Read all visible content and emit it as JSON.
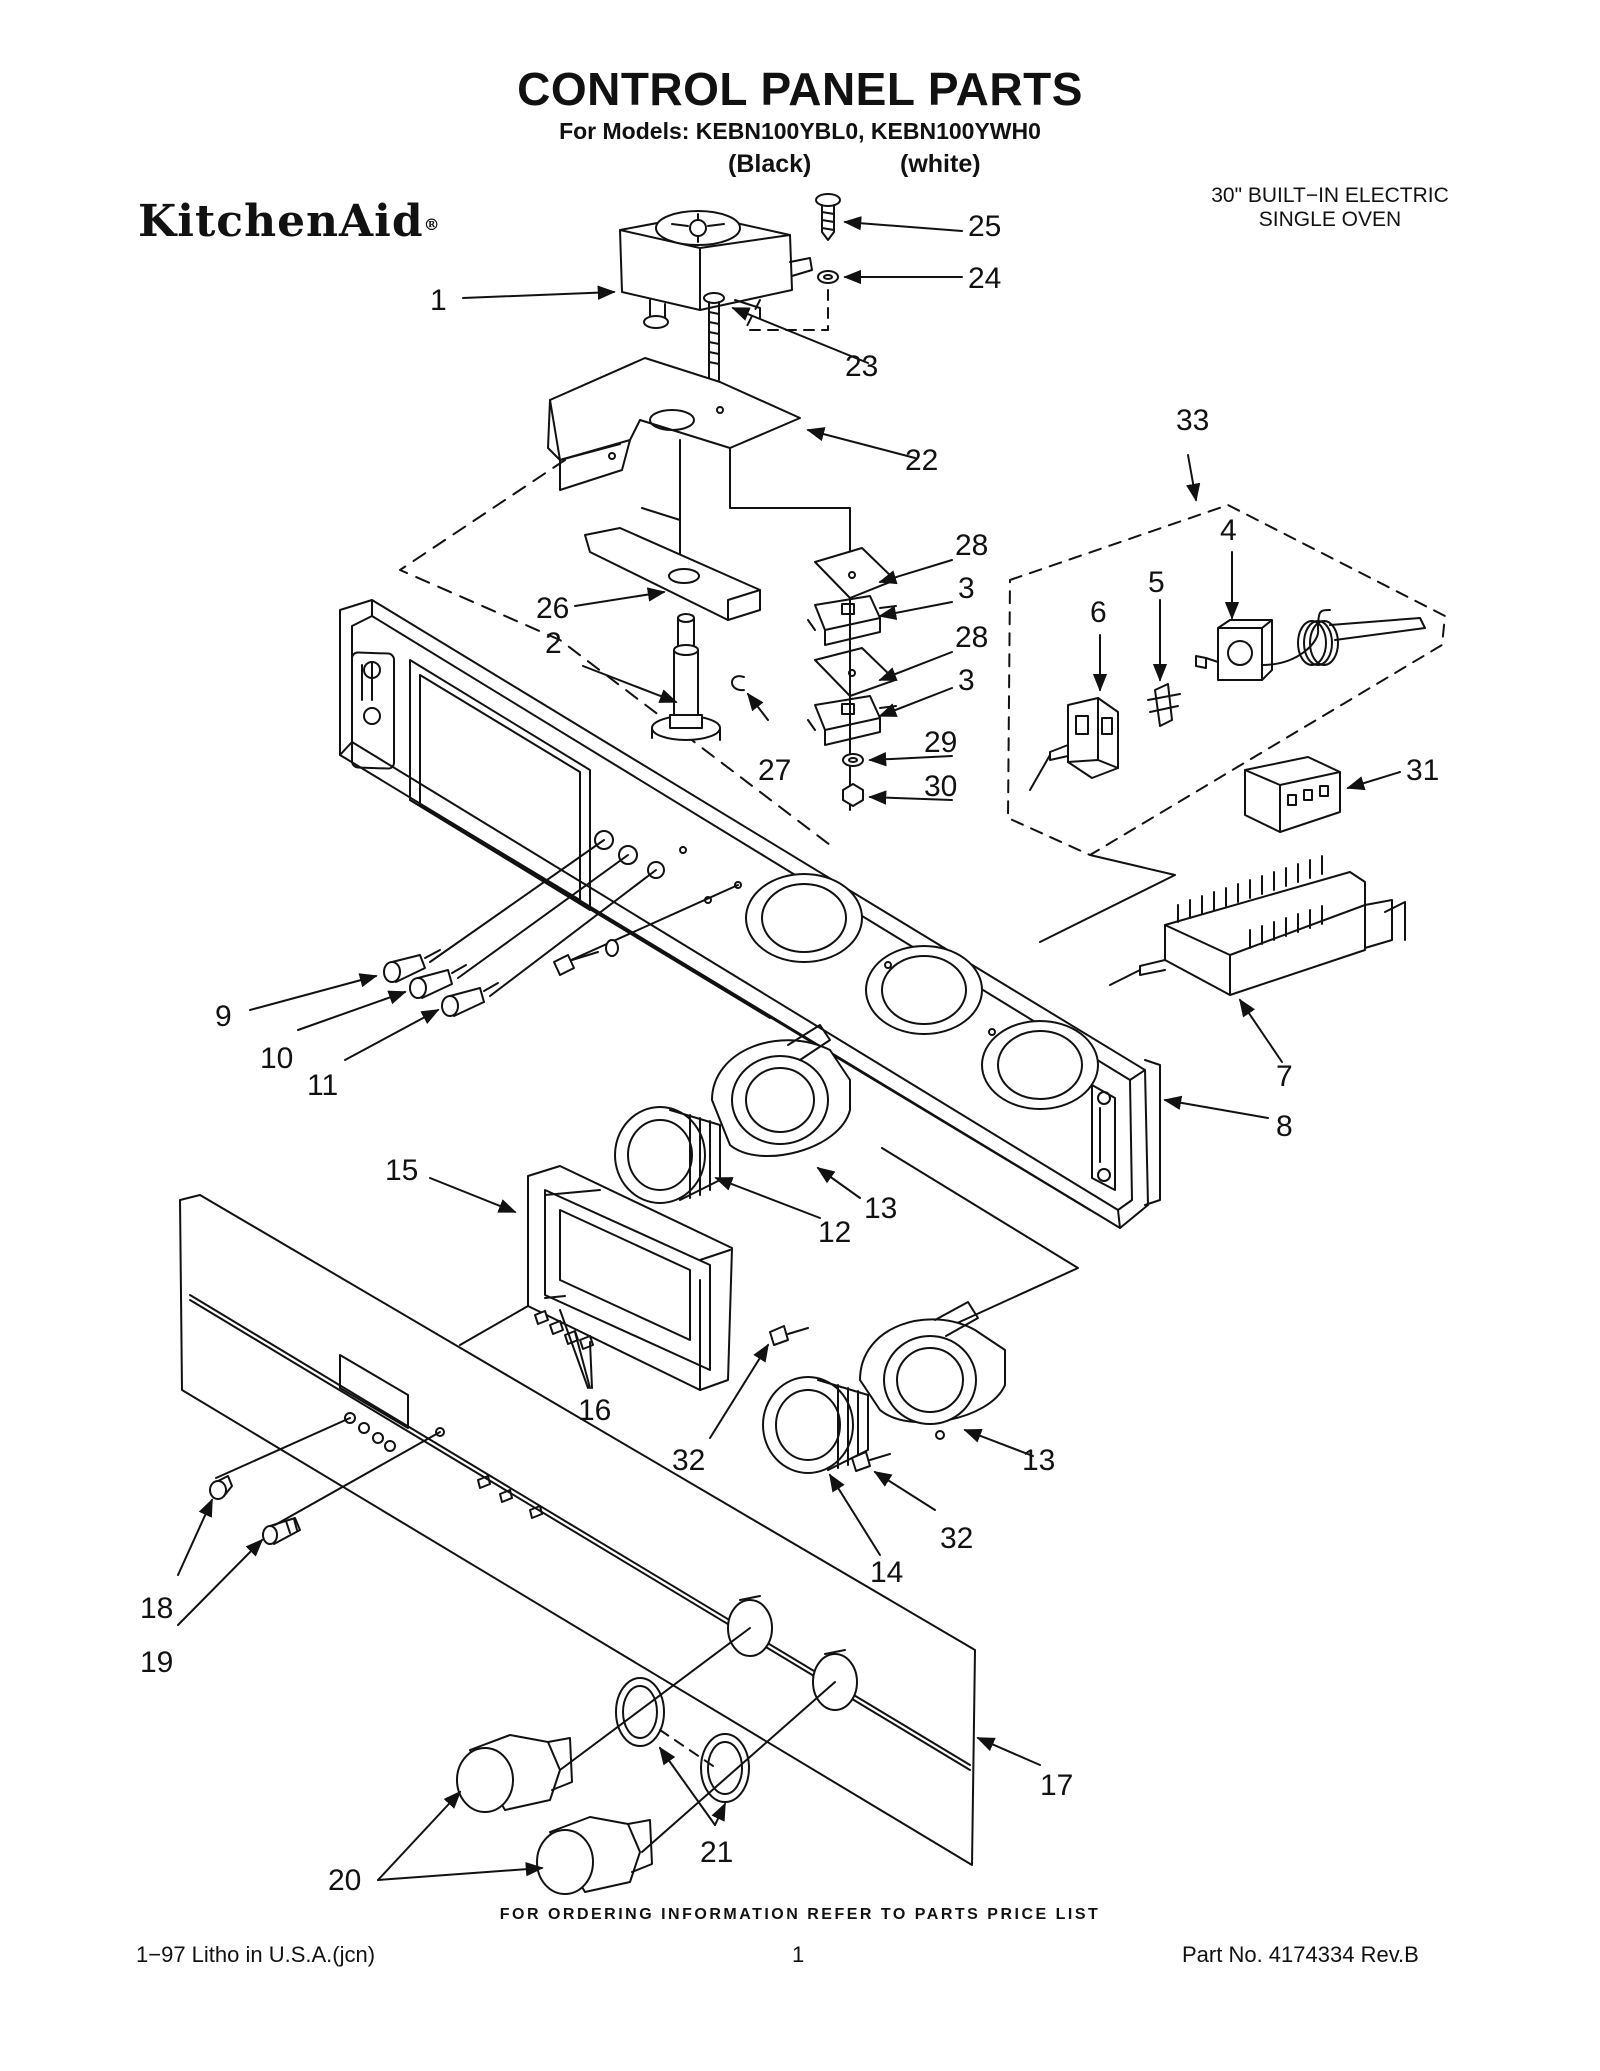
{
  "header": {
    "title": "CONTROL PANEL PARTS",
    "models_line": "For Models: KEBN100YBL0, KEBN100YWH0",
    "variant_black": "(Black)",
    "variant_white": "(white)",
    "brand": "KitchenAid",
    "brand_mark": "®",
    "oven_type_line1": "30\" BUILT−IN ELECTRIC",
    "oven_type_line2": "SINGLE OVEN"
  },
  "callouts": {
    "c1": "1",
    "c2": "2",
    "c3a": "3",
    "c3b": "3",
    "c4": "4",
    "c5": "5",
    "c6": "6",
    "c7": "7",
    "c8": "8",
    "c9": "9",
    "c10": "10",
    "c11": "11",
    "c12": "12",
    "c13a": "13",
    "c13b": "13",
    "c14": "14",
    "c15": "15",
    "c16": "16",
    "c17": "17",
    "c18": "18",
    "c19": "19",
    "c20": "20",
    "c21": "21",
    "c22": "22",
    "c23": "23",
    "c24": "24",
    "c25": "25",
    "c26": "26",
    "c27": "27",
    "c28a": "28",
    "c28b": "28",
    "c29": "29",
    "c30": "30",
    "c31": "31",
    "c32a": "32",
    "c32b": "32",
    "c33": "33"
  },
  "footer": {
    "ordering_note": "FOR ORDERING INFORMATION REFER TO PARTS PRICE LIST",
    "litho": "1−97 Litho in U.S.A.(jcn)",
    "page": "1",
    "part_no": "Part No. 4174334 Rev.B"
  }
}
